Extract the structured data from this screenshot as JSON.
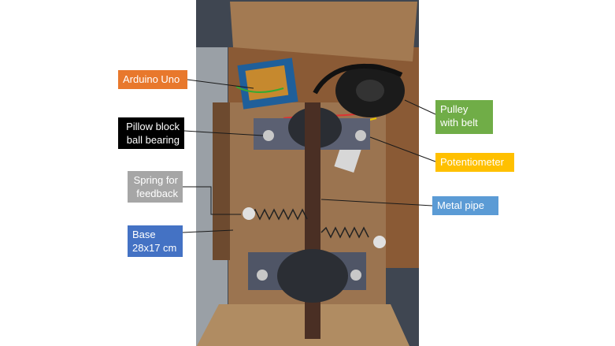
{
  "labels": {
    "arduino": "Arduino Uno",
    "pillow_block": "Pillow block\nball bearing",
    "spring": "Spring for\nfeedback",
    "base": "Base\n28x17 cm",
    "pulley": "Pulley\nwith belt",
    "potentiometer": "Potentiometer",
    "metal_pipe": "Metal pipe"
  },
  "colors": {
    "arduino": "#e8782c",
    "pillow_block": "#000000",
    "spring": "#a6a6a6",
    "base": "#4472c4",
    "pulley": "#70ad47",
    "potentiometer": "#ffc000",
    "metal_pipe": "#5b9bd5"
  }
}
